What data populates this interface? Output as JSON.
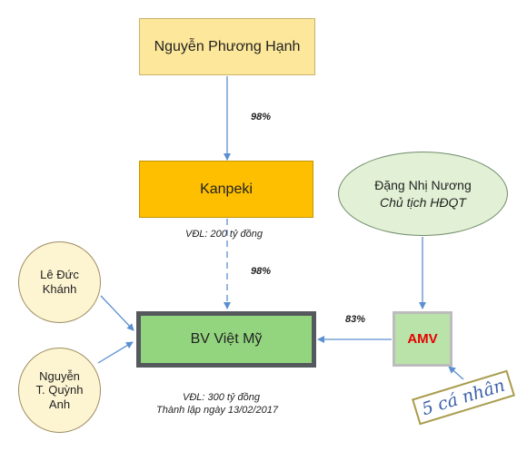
{
  "nodes": {
    "nguyen_phuong_hanh": "Nguyễn Phương Hạnh",
    "kanpeki": "Kanpeki",
    "bv_viet_my": "BV Việt Mỹ",
    "amv": "AMV",
    "le_duc_khanh": [
      "Lê Đức",
      "Khánh"
    ],
    "nguyen_quynh_anh": [
      "Nguyễn",
      "T. Quỳnh",
      "Anh"
    ],
    "dang_nhi_nuong": {
      "name": "Đặng Nhị Nương",
      "title": "Chủ tịch HĐQT"
    },
    "five_individuals": "5 cá nhân"
  },
  "labels": {
    "kanpeki_capital": "VĐL: 200 tỷ đồng",
    "bv_capital": "VĐL: 300 tỷ đồng",
    "bv_founded": "Thành lập ngày 13/02/2017"
  },
  "percentages": {
    "nph_to_kanpeki": "98%",
    "kanpeki_to_bv": "98%",
    "amv_to_bv": "83%"
  },
  "colors": {
    "arrow": "#5b8fd0",
    "owner_box": "#fde79a",
    "kanpeki_box": "#fdbf00",
    "bv_box": "#93d57f",
    "amv_box": "#b9e3a9",
    "amv_text": "#e60000"
  }
}
